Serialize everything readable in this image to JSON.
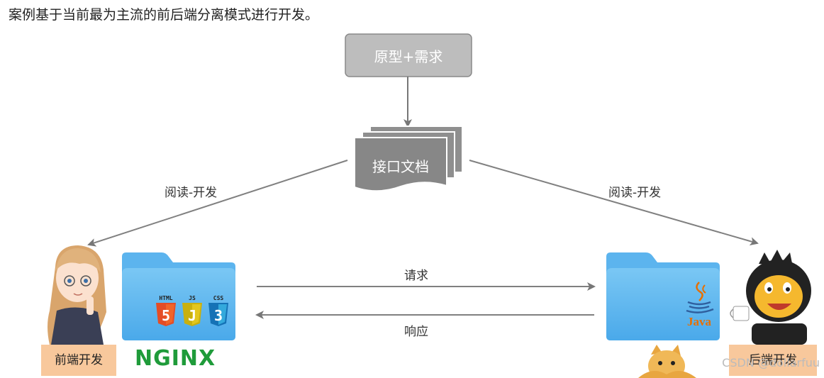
{
  "heading": "案例基于当前最为主流的前后端分离模式进行开发。",
  "nodes": {
    "prototype": "原型+需求",
    "api_doc": "接口文档",
    "frontend_role": "前端开发",
    "backend_role": "后端开发"
  },
  "edges": {
    "read_dev_left": "阅读-开发",
    "read_dev_right": "阅读-开发",
    "request": "请求",
    "response": "响应"
  },
  "badges": {
    "html": "HTML",
    "js": "JS",
    "css": "CSS",
    "html_num": "5",
    "js_letter": "J",
    "css_num": "3",
    "java": "Java"
  },
  "nginx_logo": "NGINX",
  "watermark": "CSDN @dollarfuu"
}
